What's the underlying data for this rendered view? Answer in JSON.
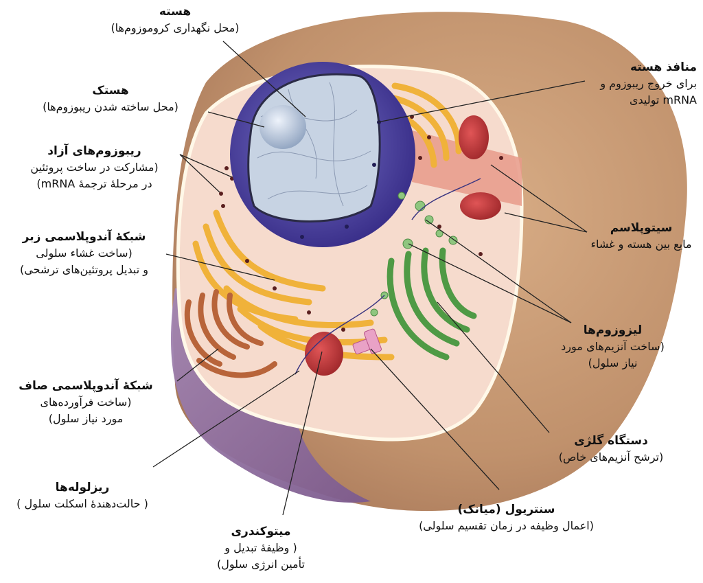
{
  "labels": {
    "nucleus": {
      "title": "هسته",
      "lines": [
        "(محل نگهداری کروموزوم‌ها)"
      ]
    },
    "nucleolus": {
      "title": "هستک",
      "lines": [
        "(محل ساخته شدن ریبوزوم‌ها)"
      ]
    },
    "free_ribosomes": {
      "title": "ریبوزوم‌های آزاد",
      "lines": [
        "(مشارکت در ساخت پروتئین",
        "در مرحلۀ ترجمۀ mRNA)"
      ]
    },
    "rough_er": {
      "title": "شبکۀ آندوپلاسمی زبر",
      "lines": [
        "(ساخت غشاء سلولی",
        "و تبدیل پروتئین‌های ترشحی)"
      ]
    },
    "smooth_er": {
      "title": "شبکۀ آندوپلاسمی صاف",
      "lines": [
        "(ساخت فرآورده‌های",
        "مورد نیاز سلول)"
      ]
    },
    "microtubules": {
      "title": "ریزلوله‌ها",
      "lines": [
        "( حالت‌دهندۀ اسکلت سلول )"
      ]
    },
    "mitochondria": {
      "title": "میتوکندری",
      "lines": [
        "( وظیفۀ تبدیل و",
        "تأمین انرژی سلول)"
      ]
    },
    "centriole": {
      "title": "سنتریول (میانک)",
      "lines": [
        "(اعمال وظیفه در زمان تقسیم سلولی)"
      ]
    },
    "golgi": {
      "title": "دستگاه گلژی",
      "lines": [
        "(ترشح آنزیم‌های خاص)"
      ]
    },
    "lysosomes": {
      "title": "لیزوزوم‌ها",
      "lines": [
        "(ساخت آنزیم‌های مورد",
        "نیاز سلول)"
      ]
    },
    "cytoplasm": {
      "title": "سیتوپلاسم",
      "lines": [
        "مایع بین هسته و غشاء"
      ]
    },
    "nuclear_pores": {
      "title": "منافذ هسته",
      "lines": [
        "برای خروج ریبوزوم  و",
        "mRNA تولیدی"
      ]
    }
  },
  "colors": {
    "cell_body": "#c99a72",
    "cell_base": "#9d7aa8",
    "cytoplasm": "#f3d6c8",
    "nucleus": "#4a3f9e",
    "nucleolus": "#b8c6dc",
    "rough_er": "#f0b23a",
    "smooth_er": "#b8643a",
    "mitochondria": "#b4363a",
    "golgi": "#4f9a45",
    "leader_line": "#222222"
  }
}
